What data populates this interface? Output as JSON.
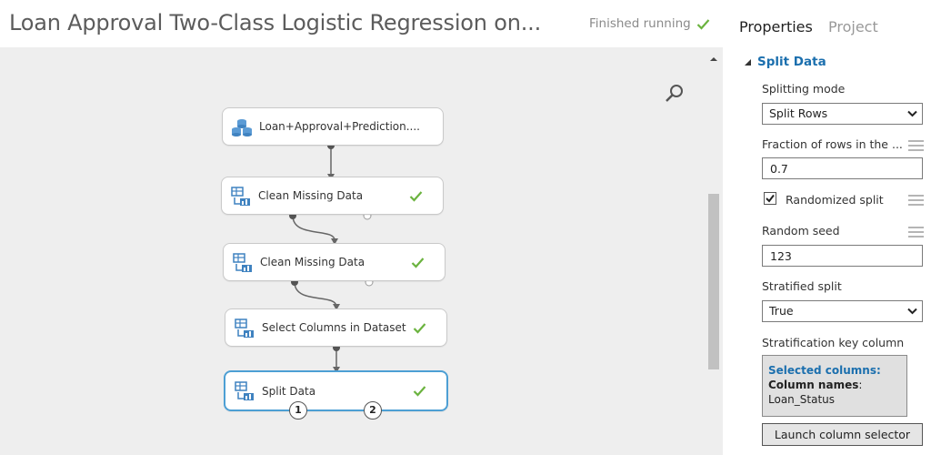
{
  "header": {
    "title": "Loan Approval Two-Class Logistic Regression on...",
    "status": "Finished running",
    "accent_green": "#6bb33f"
  },
  "canvas": {
    "modules": [
      {
        "label": "Loan+Approval+Prediction....",
        "icon": "dataset-icon",
        "status": ""
      },
      {
        "label": "Clean Missing Data",
        "icon": "module-icon",
        "status": "finished"
      },
      {
        "label": "Clean Missing Data",
        "icon": "module-icon",
        "status": "finished"
      },
      {
        "label": "Select Columns in Dataset",
        "icon": "module-icon",
        "status": "finished"
      },
      {
        "label": "Split Data",
        "icon": "module-icon",
        "status": "finished",
        "selected": true
      }
    ],
    "output_ports": [
      "1",
      "2"
    ]
  },
  "panel": {
    "tabs": [
      {
        "label": "Properties",
        "active": true
      },
      {
        "label": "Project",
        "active": false
      }
    ],
    "section_title": "Split Data",
    "fields": {
      "splitting_mode": {
        "label": "Splitting mode",
        "value": "Split Rows"
      },
      "fraction": {
        "label": "Fraction of rows in the ...",
        "value": "0.7"
      },
      "randomized": {
        "label": "Randomized split",
        "checked": true
      },
      "random_seed": {
        "label": "Random seed",
        "value": "123"
      },
      "stratified": {
        "label": "Stratified split",
        "value": "True"
      },
      "strat_key": {
        "label": "Stratification key column"
      }
    },
    "selected_columns": {
      "heading": "Selected columns:",
      "names_label": "Column names",
      "names_suffix": ":",
      "value": "Loan_Status"
    },
    "launch_button": "Launch column selector",
    "link_color": "#1b6fae"
  }
}
